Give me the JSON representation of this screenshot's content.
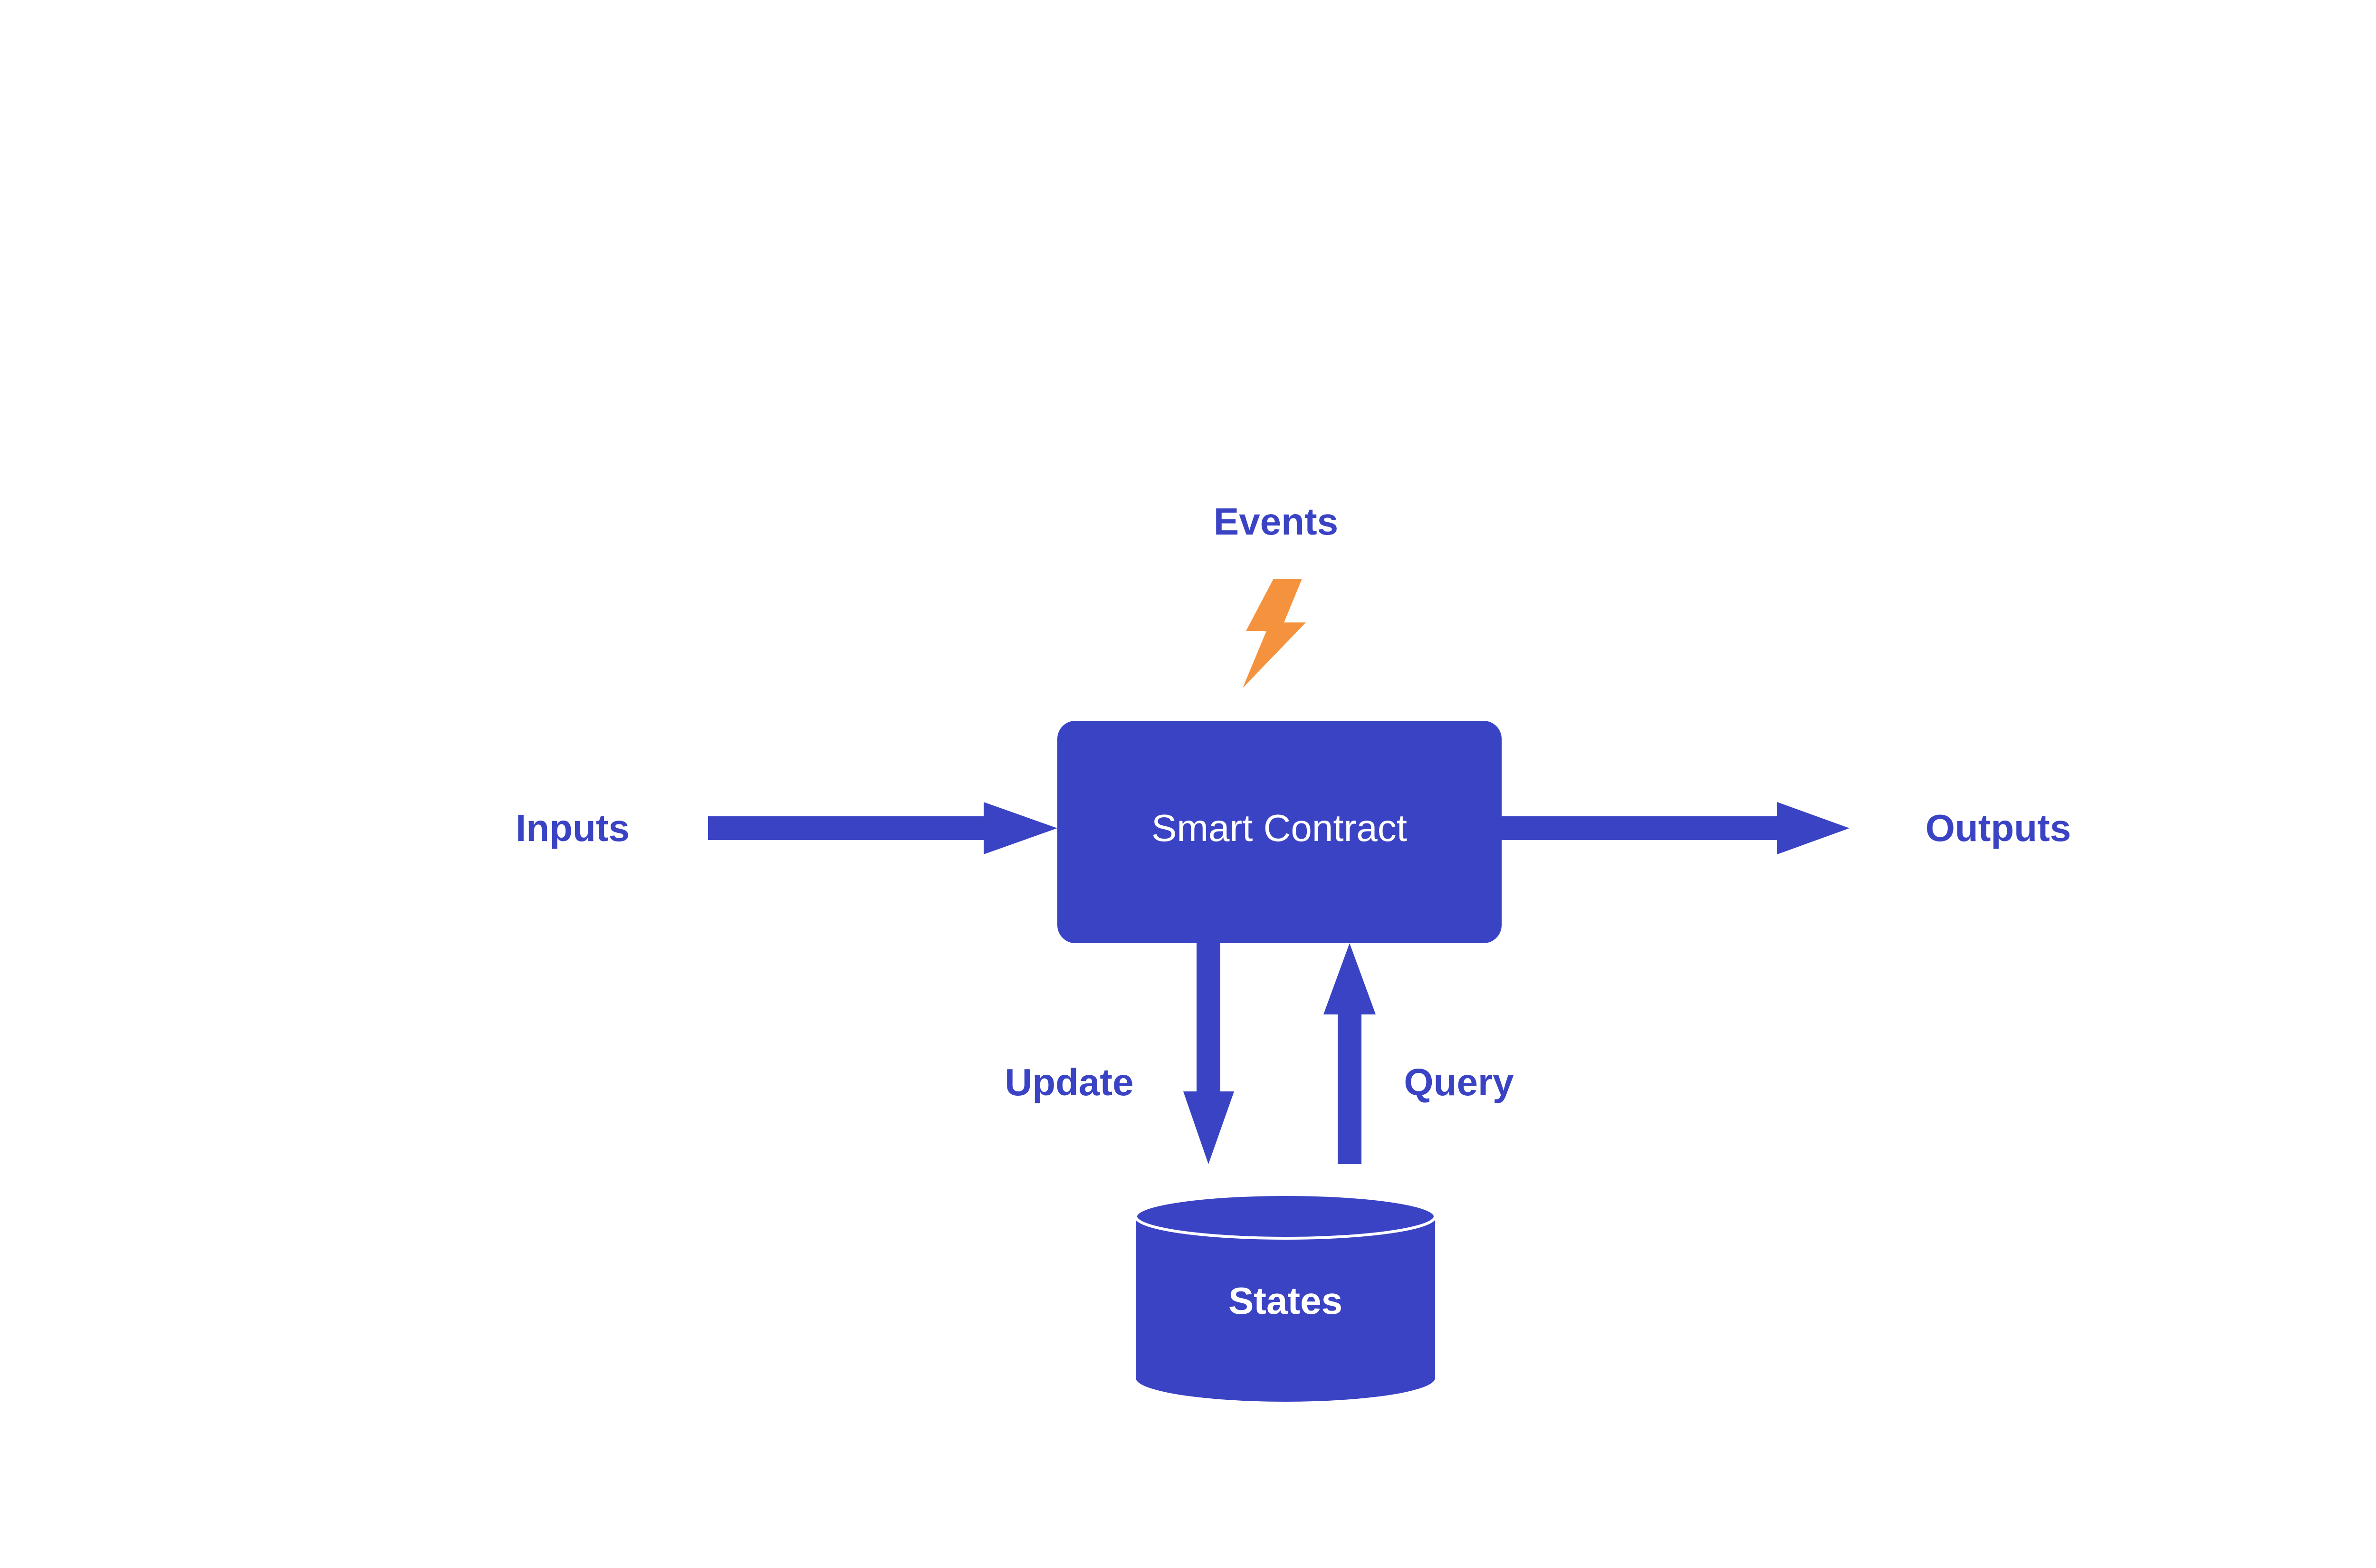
{
  "colors": {
    "primary": "#3a43c4",
    "accent": "#f5923e",
    "background": "#ffffff",
    "on_primary": "#ffffff"
  },
  "nodes": {
    "events": {
      "label": "Events",
      "icon": "lightning-bolt-icon"
    },
    "inputs": {
      "label": "Inputs"
    },
    "smart_contract": {
      "label": "Smart Contract"
    },
    "outputs": {
      "label": "Outputs"
    },
    "states": {
      "label": "States",
      "shape": "database-cylinder"
    }
  },
  "edges": {
    "inputs_to_contract": {
      "from": "inputs",
      "to": "smart_contract",
      "label": ""
    },
    "contract_to_outputs": {
      "from": "smart_contract",
      "to": "outputs",
      "label": ""
    },
    "update": {
      "from": "smart_contract",
      "to": "states",
      "label": "Update"
    },
    "query": {
      "from": "states",
      "to": "smart_contract",
      "label": "Query"
    }
  }
}
